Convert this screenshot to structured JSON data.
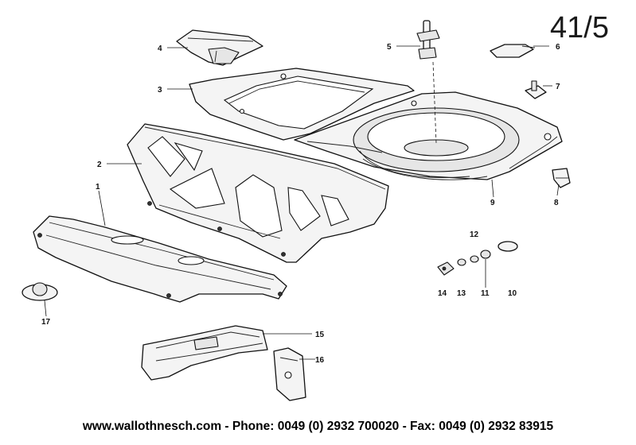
{
  "diagram": {
    "plate_number": "41/5",
    "footer": "www.wallothnesch.com - Phone: 0049 (0) 2932 700020 - Fax: 0049 (0) 2932 83915",
    "callouts": [
      "1",
      "2",
      "3",
      "4",
      "5",
      "6",
      "7",
      "8",
      "9",
      "10",
      "11",
      "12",
      "13",
      "14",
      "15",
      "16",
      "17"
    ]
  }
}
